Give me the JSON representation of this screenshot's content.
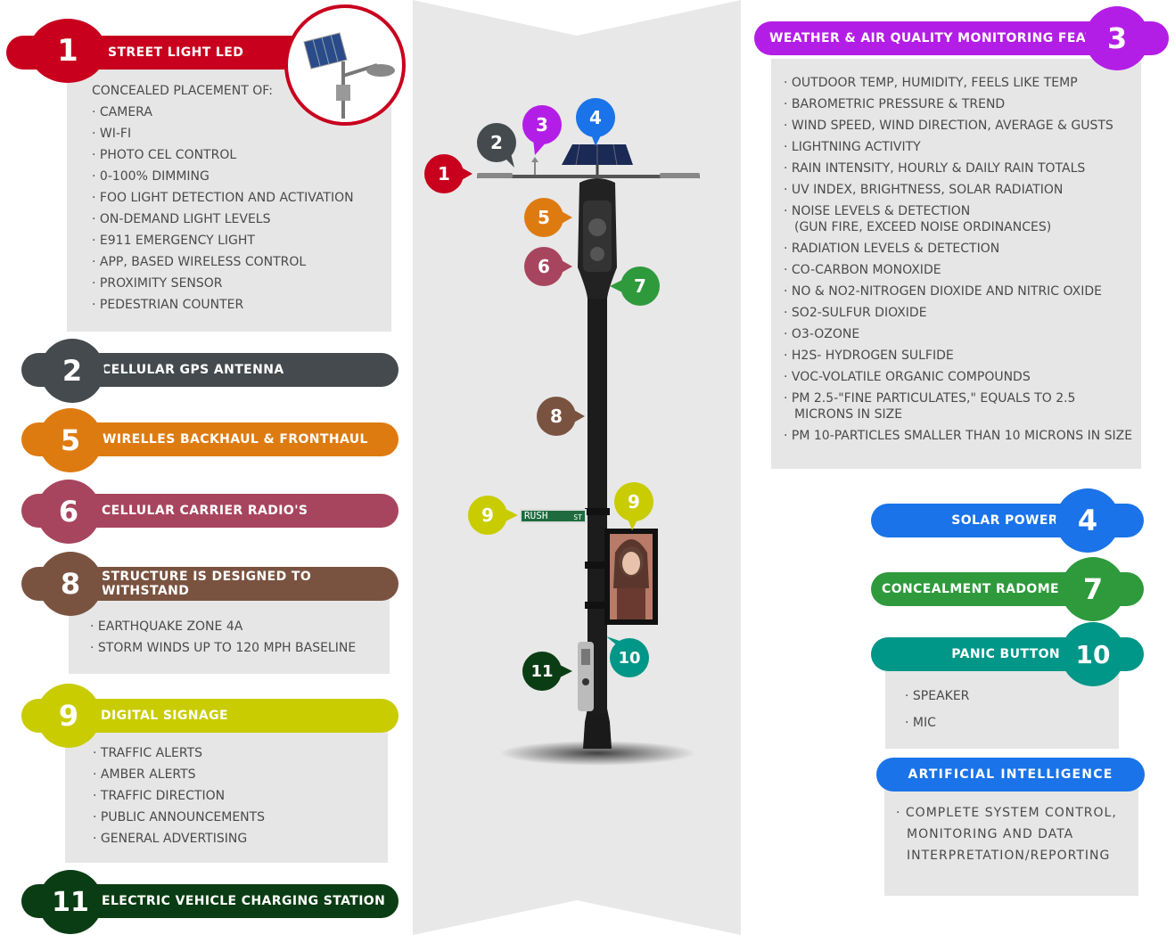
{
  "colors": {
    "red": "#c8001e",
    "gray": "#444a4d",
    "purple": "#b31ee6",
    "blue": "#1a73e8",
    "orange": "#de7b10",
    "rose": "#a8455e",
    "green": "#2e9a3c",
    "brown": "#7a5340",
    "lime": "#c9cc00",
    "teal": "#009688",
    "darkgreen": "#0b3d14",
    "panel": "#e6e6e6"
  },
  "items": {
    "i1": {
      "num": "1",
      "title": "STREET LIGHT LED",
      "intro": "CONCEALED PLACEMENT OF:",
      "bullets": [
        "CAMERA",
        "WI-FI",
        "PHOTO CEL CONTROL",
        "0-100% DIMMING",
        "FOO LIGHT DETECTION AND ACTIVATION",
        "ON-DEMAND LIGHT LEVELS",
        "E911 EMERGENCY LIGHT",
        "APP, BASED WIRELESS CONTROL",
        "PROXIMITY SENSOR",
        "PEDESTRIAN COUNTER"
      ]
    },
    "i2": {
      "num": "2",
      "title": "CELLULAR GPS ANTENNA"
    },
    "i3": {
      "num": "3",
      "title": "WEATHER & AIR QUALITY MONITORING FEATURES",
      "bullets": [
        "OUTDOOR TEMP, HUMIDITY, FEELS LIKE TEMP",
        "BAROMETRIC PRESSURE & TREND",
        "WIND SPEED, WIND DIRECTION, AVERAGE & GUSTS",
        "LIGHTNING ACTIVITY",
        "RAIN INTENSITY, HOURLY & DAILY RAIN TOTALS",
        "UV INDEX, BRIGHTNESS, SOLAR RADIATION",
        "NOISE LEVELS & DETECTION",
        "RADIATION LEVELS & DETECTION",
        "CO-CARBON MONOXIDE",
        "NO & NO2-NITROGEN DIOXIDE AND NITRIC OXIDE",
        "SO2-SULFUR DIOXIDE",
        "O3-OZONE",
        "H2S- HYDROGEN SULFIDE",
        "VOC-VOLATILE ORGANIC COMPOUNDS",
        "PM 2.5-\"FINE PARTICULATES,\" EQUALS TO 2.5",
        "PM 10-PARTICLES SMALLER THAN 10 MICRONS IN SIZE"
      ],
      "noise_cont": "(GUN FIRE, EXCEED NOISE ORDINANCES)",
      "pm25_cont": "MICRONS IN SIZE"
    },
    "i4": {
      "num": "4",
      "title": "SOLAR POWER"
    },
    "i5": {
      "num": "5",
      "title": "WIRELLES BACKHAUL & FRONTHAUL"
    },
    "i6": {
      "num": "6",
      "title": "CELLULAR CARRIER RADIO'S"
    },
    "i7": {
      "num": "7",
      "title": "CONCEALMENT RADOME"
    },
    "i8": {
      "num": "8",
      "title": "STRUCTURE IS DESIGNED TO WITHSTAND",
      "bullets": [
        "EARTHQUAKE ZONE 4A",
        "STORM WINDS UP TO 120 MPH BASELINE"
      ]
    },
    "i9": {
      "num": "9",
      "title": "DIGITAL SIGNAGE",
      "bullets": [
        "TRAFFIC ALERTS",
        "AMBER ALERTS",
        "TRAFFIC DIRECTION",
        "PUBLIC ANNOUNCEMENTS",
        "GENERAL ADVERTISING"
      ]
    },
    "i10": {
      "num": "10",
      "title": "PANIC BUTTON",
      "bullets": [
        "SPEAKER",
        "MIC"
      ]
    },
    "i11": {
      "num": "11",
      "title": "ELECTRIC VEHICLE CHARGING STATION"
    },
    "ai": {
      "title": "ARTIFICIAL INTELLIGENCE",
      "lines": [
        "COMPLETE SYSTEM CONTROL,",
        "MONITORING  AND DATA",
        "INTERPRETATION/REPORTING"
      ]
    }
  },
  "street_sign": {
    "name": "RUSH",
    "suffix": "ST"
  }
}
